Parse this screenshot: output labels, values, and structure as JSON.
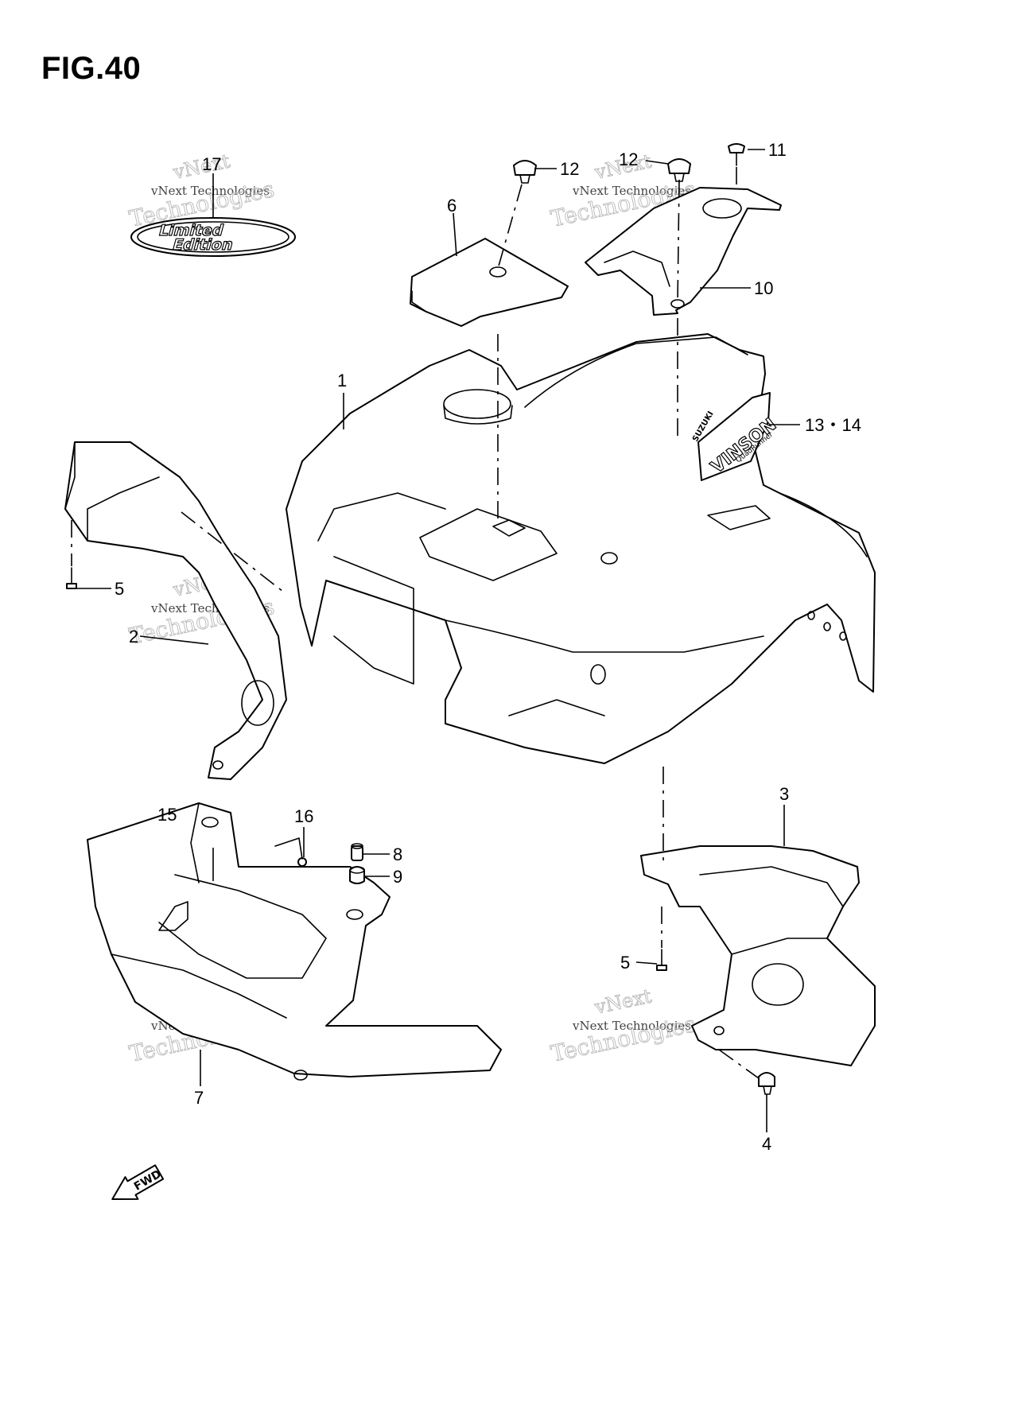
{
  "figure": {
    "title": "FIG.40"
  },
  "callouts": {
    "c1": "1",
    "c2": "2",
    "c3": "3",
    "c4": "4",
    "c5a": "5",
    "c5b": "5",
    "c6": "6",
    "c7": "7",
    "c8": "8",
    "c9": "9",
    "c10": "10",
    "c11": "11",
    "c12a": "12",
    "c12b": "12",
    "c13_14": "13・14",
    "c15": "15",
    "c16": "16",
    "c17": "17"
  },
  "decals": {
    "limited_line1": "Limited",
    "limited_line2": "Edition",
    "brand": "SUZUKI",
    "model": "VINSON",
    "sub": "QuadRunner"
  },
  "fwd_label": "FWD",
  "watermark": {
    "line1": "vNext",
    "line2": "vNext Technologies",
    "line3": "Technologies"
  },
  "colors": {
    "line": "#000000",
    "background": "#ffffff",
    "watermark": "#b8b8b8"
  }
}
